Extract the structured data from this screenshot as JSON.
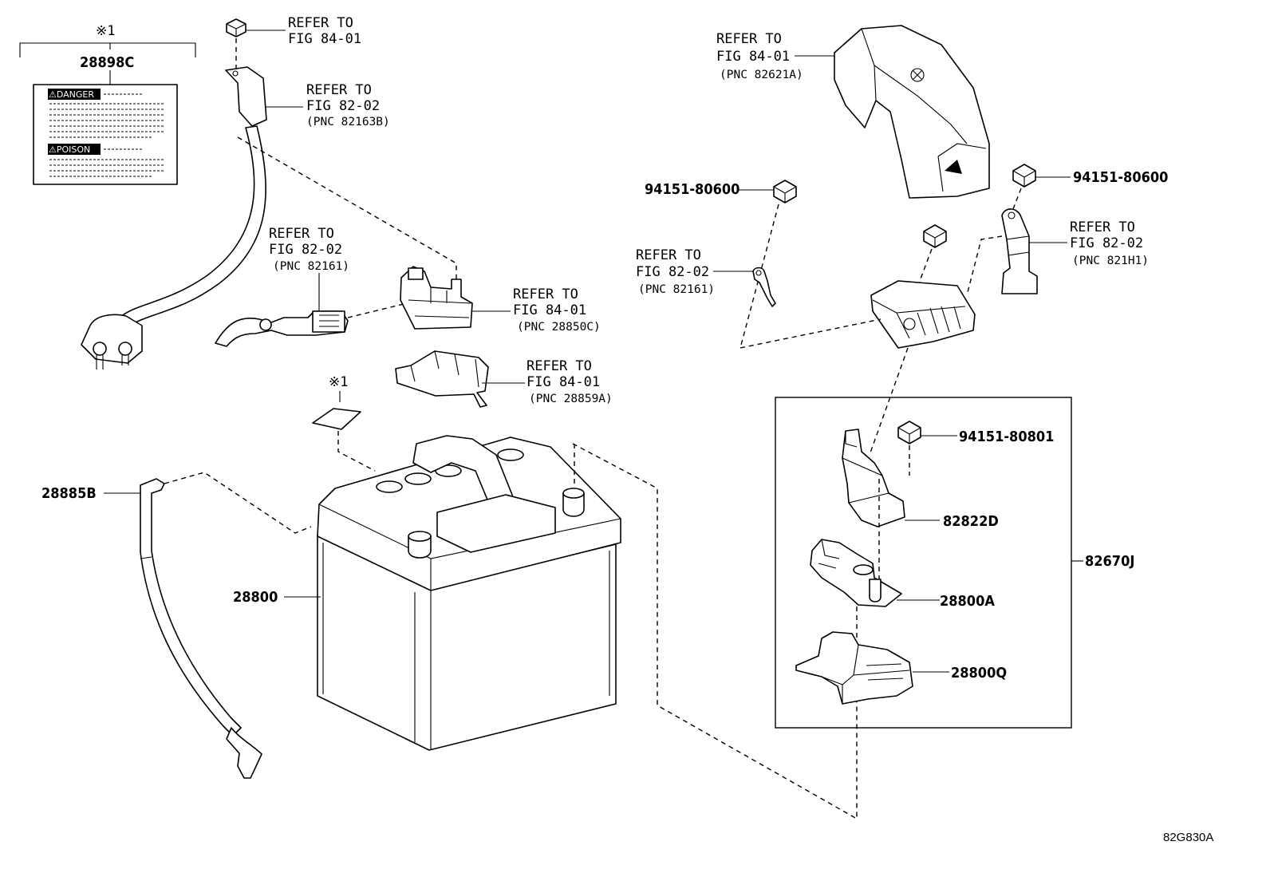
{
  "note_mark": "※1",
  "label_sheet": {
    "part_number": "28898C",
    "warning_1": "⚠DANGER",
    "warning_2": "⚠POISON"
  },
  "callouts": {
    "neg_cable_top": {
      "line1": "REFER TO",
      "line2": "FIG 84-01"
    },
    "neg_cable_mid": {
      "line1": "REFER TO",
      "line2": "FIG 82-02",
      "pnc": "(PNC 82163B)"
    },
    "wire_82161_left": {
      "line1": "REFER TO",
      "line2": "FIG 82-02",
      "pnc": "(PNC 82161)"
    },
    "sensor_28850c": {
      "line1": "REFER TO",
      "line2": "FIG 84-01",
      "pnc": "(PNC 28850C)"
    },
    "cover_28859a": {
      "line1": "REFER TO",
      "line2": "FIG 84-01",
      "pnc": "(PNC 28859A)"
    },
    "cover_82621a": {
      "line1": "REFER TO",
      "line2": "FIG 84-01",
      "pnc": "(PNC 82621A)"
    },
    "wire_82161_right": {
      "line1": "REFER TO",
      "line2": "FIG 82-02",
      "pnc": "(PNC 82161)"
    },
    "cable_821h1": {
      "line1": "REFER TO",
      "line2": "FIG 82-02",
      "pnc": "(PNC 821H1)"
    }
  },
  "part_numbers": {
    "battery": "28800",
    "hose": "28885B",
    "nut_left": "94151-80600",
    "nut_right": "94151-80600",
    "bolt": "94151-80801",
    "clamp_82822d": "82822D",
    "terminal_28800a": "28800A",
    "terminal_28800q": "28800Q",
    "assembly_82670j": "82670J"
  },
  "diagram_code": "82G830A"
}
